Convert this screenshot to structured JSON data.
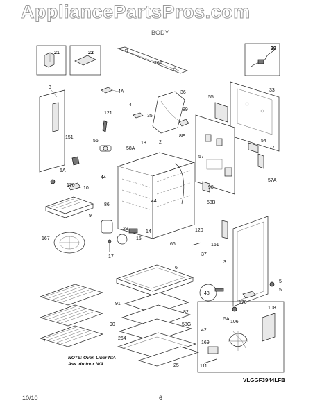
{
  "header": {
    "watermark": "AppliancePartsPros.com",
    "section_title": "BODY"
  },
  "footer": {
    "date": "10/10",
    "page_number": "6"
  },
  "diagram": {
    "code": "VLGGF3944LFB",
    "note_en": "NOTE: Oven Liner N/A",
    "note_fr": "Ass. du four N/A",
    "labels": {
      "p21": "21",
      "p22": "22",
      "p26a": "26A",
      "p39": "39",
      "p3": "3",
      "p151": "151",
      "p4a": "4A",
      "p4": "4",
      "p36": "36",
      "p35": "35",
      "p89": "89",
      "p55": "55",
      "p33": "33",
      "p121": "121",
      "p18": "18",
      "p2": "2",
      "p8e": "8E",
      "p54": "54",
      "p77": "77",
      "p56": "56",
      "p58a": "58A",
      "p57": "57",
      "p44a": "44",
      "p5a": "5A",
      "p44b": "44",
      "p98": "98",
      "p57a": "57A",
      "p10": "10",
      "p170a": "170",
      "p86": "86",
      "p58b": "58B",
      "p9": "9",
      "p120": "120",
      "p167": "167",
      "p29": "29",
      "p14": "14",
      "p15": "15",
      "p66": "66",
      "p161": "161",
      "p37": "37",
      "p17": "17",
      "p3b": "3",
      "p6": "6",
      "p5": "5",
      "p43": "43",
      "p170b": "170",
      "p108": "108",
      "p91": "91",
      "p82": "82",
      "p5a2": "5A",
      "p90": "90",
      "p58g": "58G",
      "p42": "42",
      "p264": "264",
      "p169": "169",
      "p7": "7",
      "p106": "106",
      "p25": "25",
      "p111": "111",
      "p5b": "5"
    }
  }
}
